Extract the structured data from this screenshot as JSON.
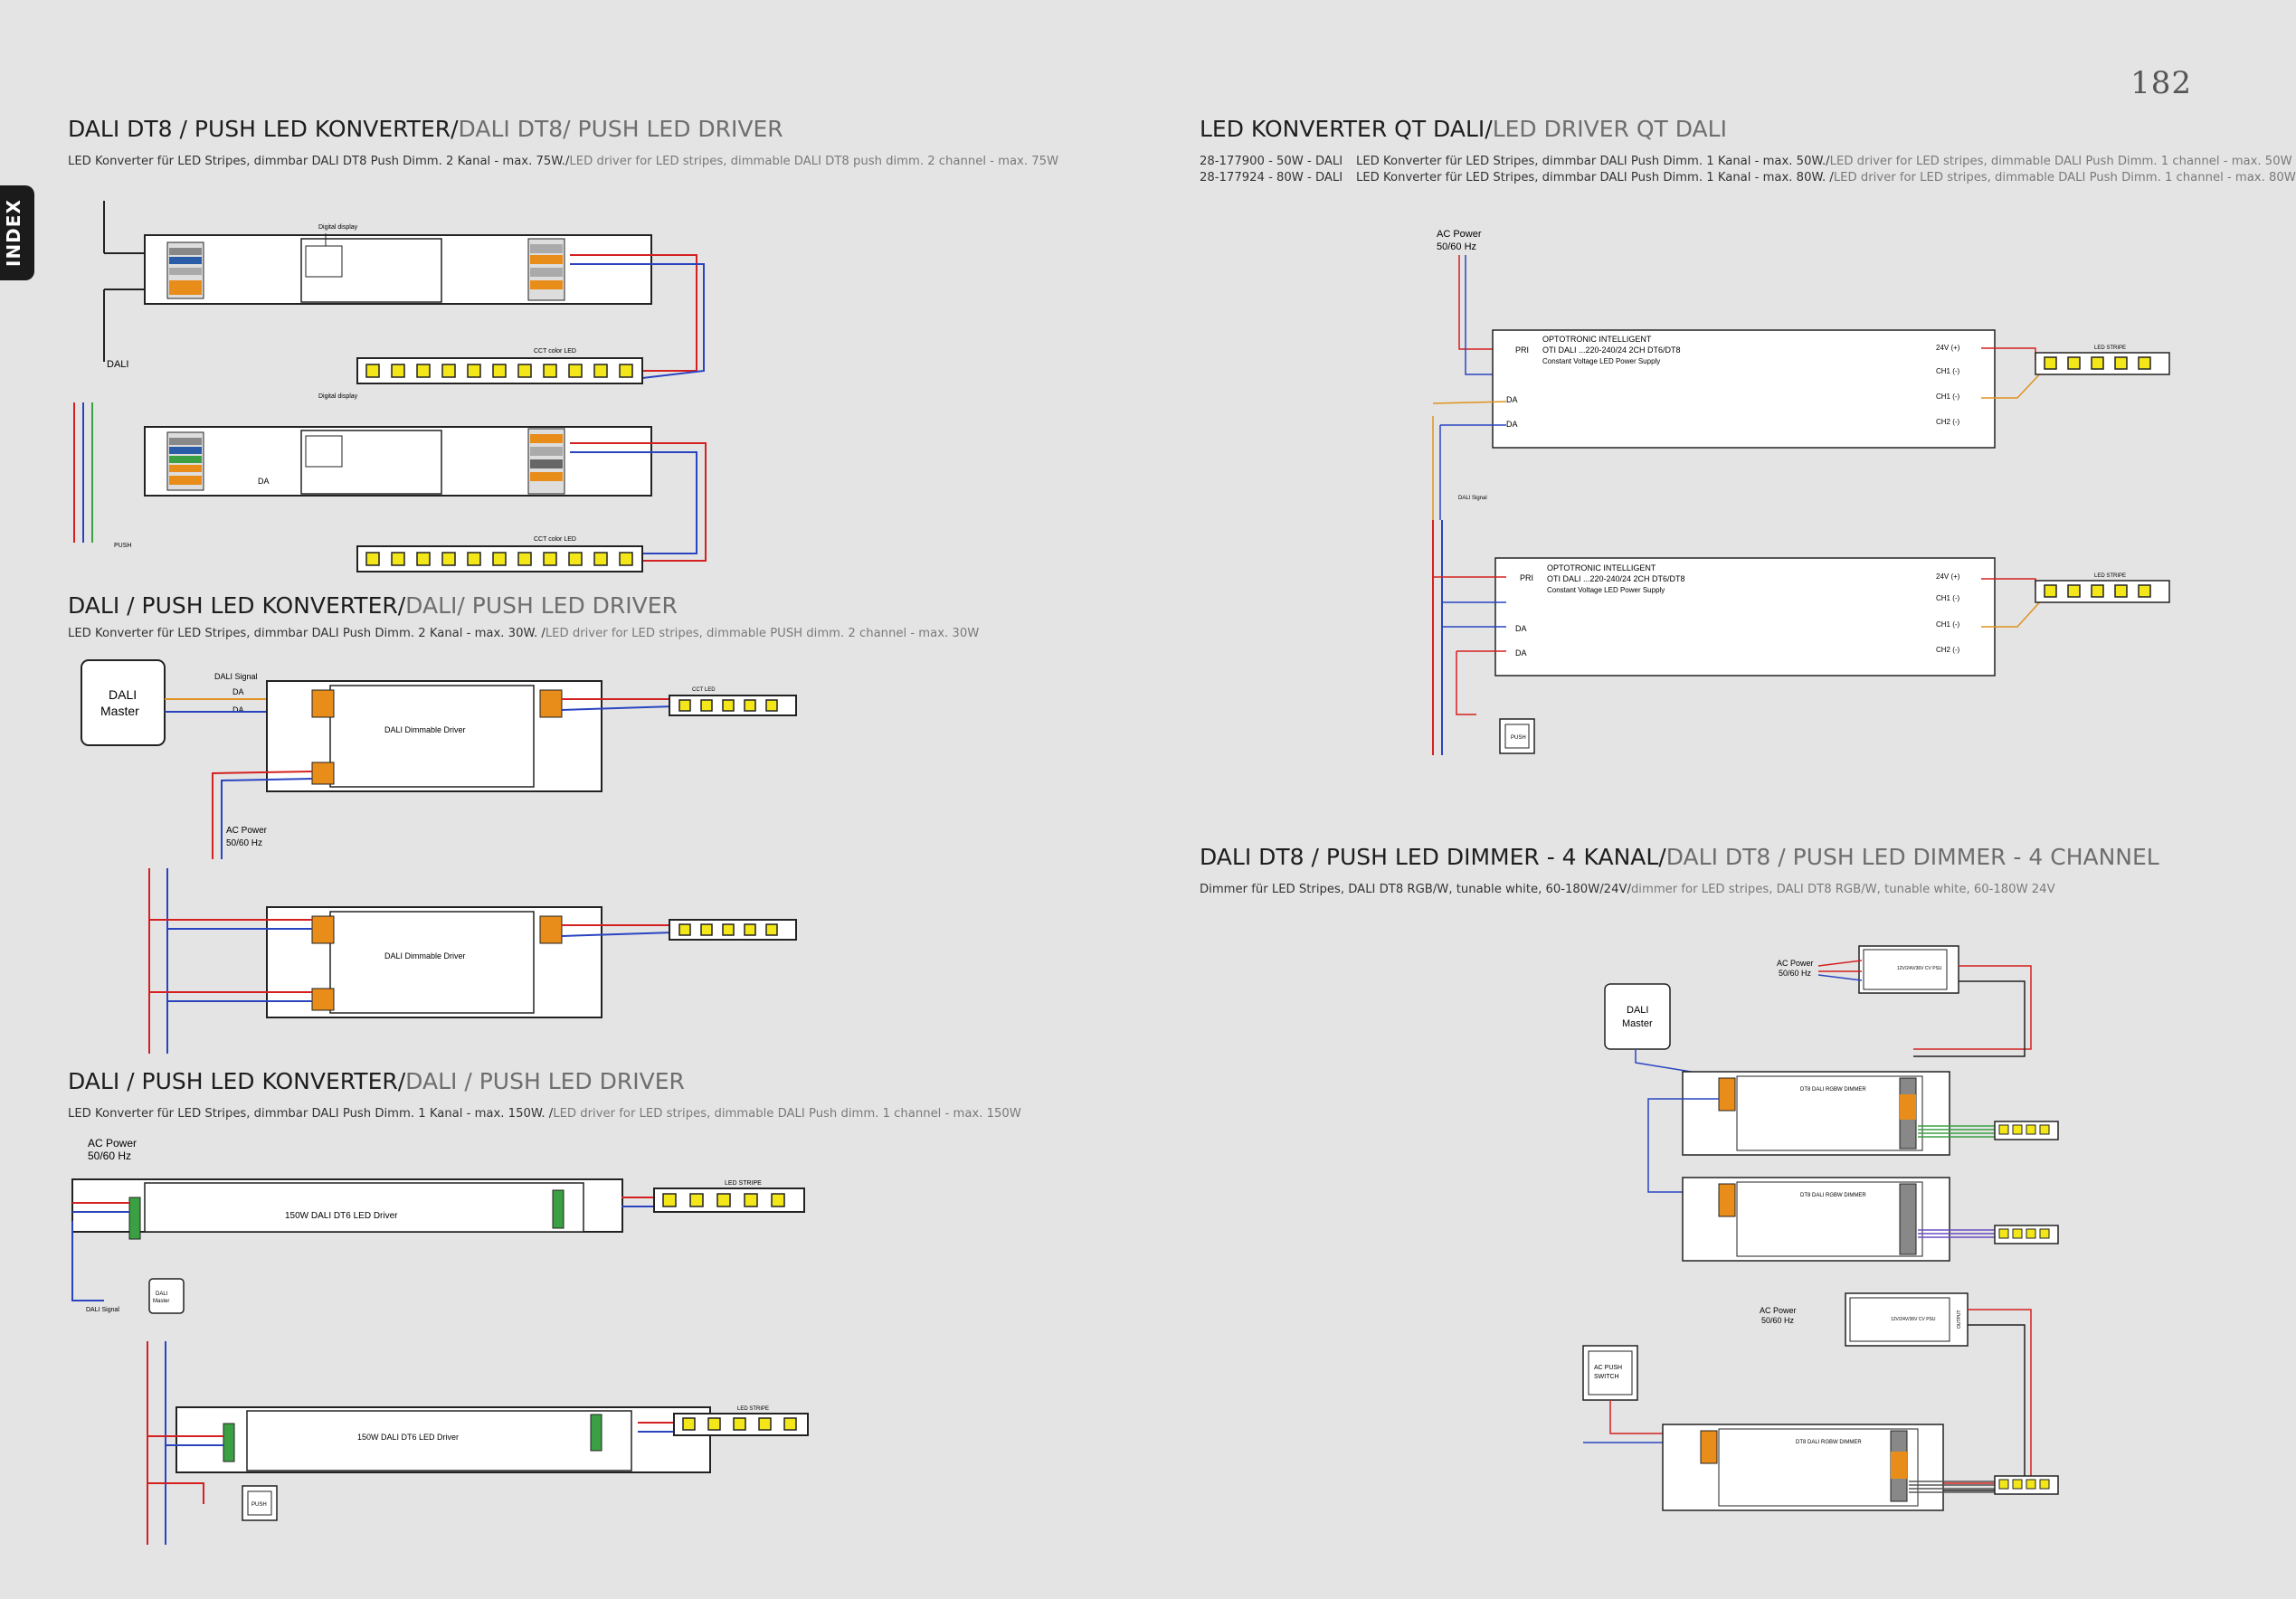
{
  "page_number": "182",
  "index_tab": "INDEX",
  "sections": [
    {
      "title_de": "DALI DT8 / PUSH LED KONVERTER/",
      "title_en": "DALI DT8/ PUSH LED DRIVER",
      "desc_de": "LED Konverter für LED Stripes, dimmbar DALI DT8 Push Dimm. 2 Kanal - max. 75W./",
      "desc_en": "LED driver for LED stripes, dimmable DALI DT8 push dimm. 2 channel - max. 75W"
    },
    {
      "title_de": "DALI / PUSH LED KONVERTER/",
      "title_en": "DALI/ PUSH LED DRIVER",
      "desc_de": "LED Konverter für LED Stripes, dimmbar DALI Push Dimm. 2 Kanal - max. 30W. /",
      "desc_en": "LED driver for LED stripes, dimmable PUSH dimm. 2 channel - max. 30W"
    },
    {
      "title_de": "DALI / PUSH LED KONVERTER/",
      "title_en": "DALI / PUSH LED DRIVER",
      "desc_de": "LED Konverter für LED Stripes, dimmbar DALI  Push Dimm. 1 Kanal - max. 150W. /",
      "desc_en": "LED driver for LED stripes, dimmable DALI Push dimm. 1 channel - max. 150W"
    },
    {
      "title_de": "LED KONVERTER QT DALI/",
      "title_en": "LED DRIVER QT DALI",
      "products": [
        {
          "code": "28-177900 - 50W - DALI",
          "desc_de": "LED Konverter für LED Stripes, dimmbar DALI  Push Dimm. 1 Kanal - max. 50W./",
          "desc_en": "LED driver for LED stripes, dimmable DALI Push Dimm. 1 channel - max. 50W"
        },
        {
          "code": "28-177924 - 80W - DALI",
          "desc_de": "LED Konverter für LED Stripes, dimmbar DALI  Push Dimm. 1 Kanal - max. 80W. /",
          "desc_en": "LED driver for LED stripes, dimmable DALI Push Dimm. 1 channel - max. 80W"
        }
      ]
    },
    {
      "title_de": "DALI DT8 / PUSH LED DIMMER - 4 KANAL/",
      "title_en": "DALI DT8 / PUSH LED DIMMER - 4 CHANNEL",
      "desc_de": "Dimmer für LED Stripes, DALI DT8 RGB/W, tunable white, 60-180W/24V/",
      "desc_en": "dimmer for LED stripes, DALI DT8 RGB/W, tunable white, 60-180W 24V"
    }
  ],
  "diagram_labels": {
    "dali": "DALI",
    "push": "PUSH",
    "digital_display": "Digital display",
    "cct_color_led": "CCT color LED",
    "cct_led": "CCT LED",
    "dali_signal": "DALI Signal",
    "da": "DA",
    "dali_master_1": "DALI",
    "dali_master_2": "Master",
    "dali_dimmable_driver": "DALI Dimmable Driver",
    "ac_power": "AC Power",
    "hz": "50/60 Hz",
    "led_strip": "LED STRIPE",
    "driver_150w": "150W DALI DT6 LED Driver",
    "dali_signal_2": "DALI Signal",
    "opto_1": "OPTOTRONIC INTELLIGENT",
    "opto_2": "OTI DALI ...220-240/24 2CH DT6/DT8",
    "opto_3": "Constant Voltage LED Power Supply",
    "pri": "PRI",
    "v24p": "24V (+)",
    "ch1m": "CH1 (-)",
    "ch2m": "CH2 (-)",
    "dt8_dimmer": "DT8 DALI RGBW DIMMER",
    "psu": "12V/24V/36V CV PSU",
    "output": "OUTPUT",
    "ac_push_1": "AC PUSH",
    "ac_push_2": "SWITCH",
    "push_box": "PUSH"
  },
  "colors": {
    "live": "#d42020",
    "neutral": "#2a44c0",
    "dali": "#e0921e",
    "earth": "#3aa043",
    "led_yellow": "#f3e619"
  }
}
